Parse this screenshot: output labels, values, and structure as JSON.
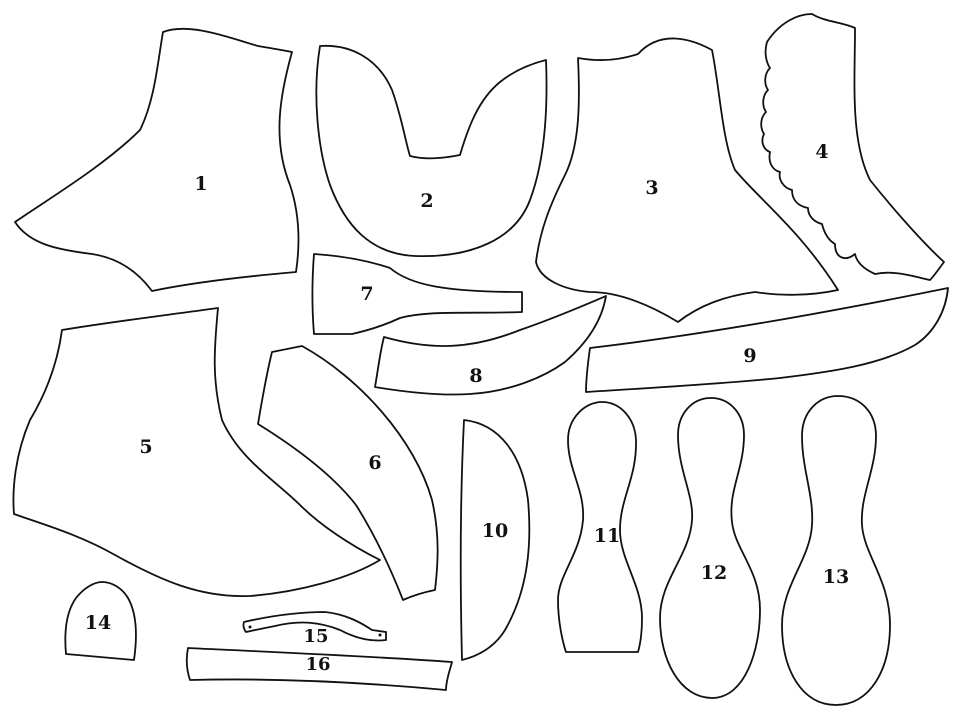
{
  "colors": {
    "outline": "#111111",
    "background": "#ffffff"
  },
  "pieces": [
    {
      "id": "p1",
      "label": "1"
    },
    {
      "id": "p2",
      "label": "2"
    },
    {
      "id": "p3",
      "label": "3"
    },
    {
      "id": "p4",
      "label": "4"
    },
    {
      "id": "p5",
      "label": "5"
    },
    {
      "id": "p6",
      "label": "6"
    },
    {
      "id": "p7",
      "label": "7"
    },
    {
      "id": "p8",
      "label": "8"
    },
    {
      "id": "p9",
      "label": "9"
    },
    {
      "id": "p10",
      "label": "10"
    },
    {
      "id": "p11",
      "label": "11"
    },
    {
      "id": "p12",
      "label": "12"
    },
    {
      "id": "p13",
      "label": "13"
    },
    {
      "id": "p14",
      "label": "14"
    },
    {
      "id": "p15",
      "label": "15"
    },
    {
      "id": "p16",
      "label": "16"
    }
  ]
}
